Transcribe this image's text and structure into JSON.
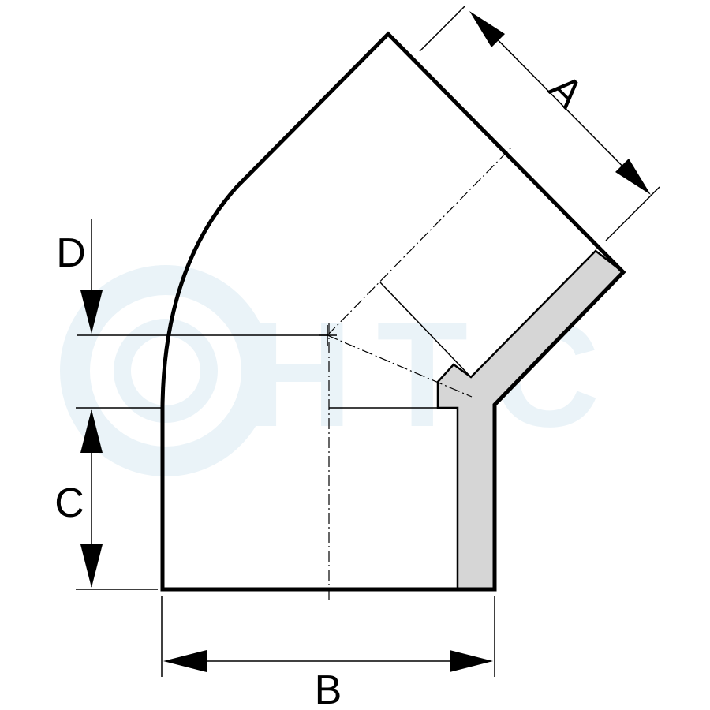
{
  "watermark": {
    "text": "HTC",
    "color": "#eaf3f8"
  },
  "dimensions": {
    "A": "A",
    "B": "B",
    "C": "C",
    "D": "D"
  },
  "colors": {
    "line": "#000000",
    "wall_fill": "#d6d6d6",
    "background": "#ffffff"
  }
}
